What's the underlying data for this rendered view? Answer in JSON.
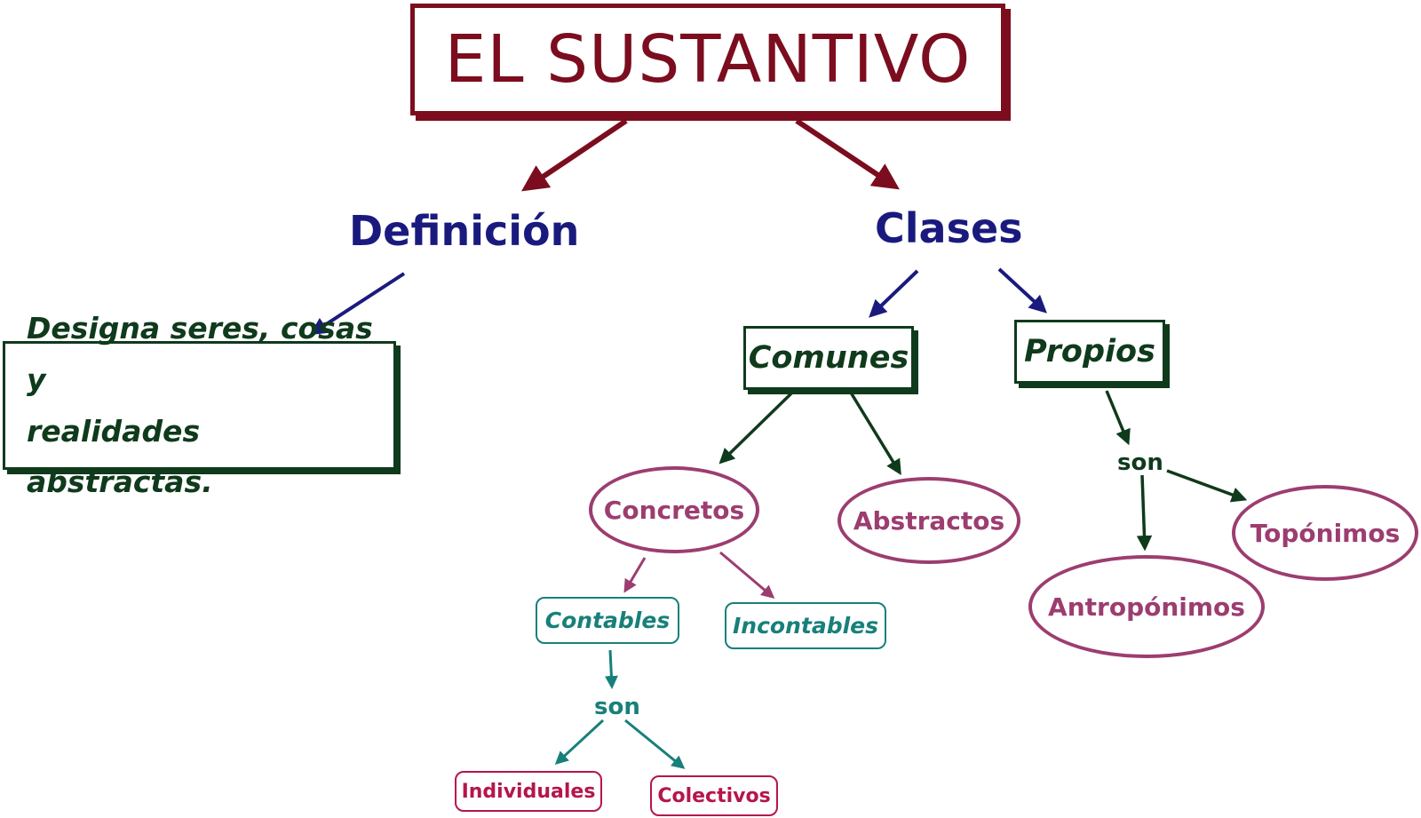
{
  "title": "EL SUSTANTIVO",
  "branches": {
    "definicion": {
      "label": "Definición",
      "text_line1": "Designa seres, cosas y",
      "text_line2": "realidades abstractas."
    },
    "clases": {
      "label": "Clases",
      "comunes": {
        "label": "Comunes",
        "concretos": {
          "label": "Concretos",
          "contables": {
            "label": "Contables",
            "connector": "son",
            "individuales": "Individuales",
            "colectivos": "Colectivos"
          },
          "incontables": "Incontables"
        },
        "abstractos": "Abstractos"
      },
      "propios": {
        "label": "Propios",
        "connector": "son",
        "antroponimos": "Antropónimos",
        "toponimos": "Topónimos"
      }
    }
  },
  "colors": {
    "title": "#7b0d1e",
    "level1": "#1a1a7e",
    "green": "#0f3a1c",
    "purple": "#9c3d70",
    "teal": "#17807a",
    "crimson": "#b5154d"
  }
}
